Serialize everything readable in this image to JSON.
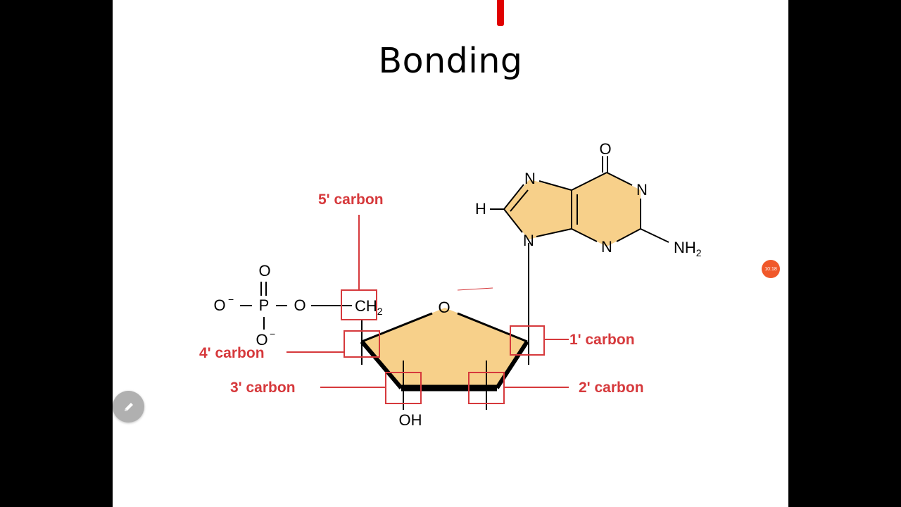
{
  "slide": {
    "title": "Bonding"
  },
  "labels": {
    "c5": "5' carbon",
    "c4": "4' carbon",
    "c3": "3' carbon",
    "c2": "2' carbon",
    "c1": "1' carbon"
  },
  "atoms": {
    "phosphate_top_o": "O",
    "phosphate_left_o": "O",
    "phosphate_p": "P",
    "phosphate_bridge_o": "O",
    "phosphate_bottom_o": "O",
    "minus": "−",
    "ch2": "CH",
    "sub2": "2",
    "ring_o": "O",
    "oh": "OH",
    "carbonyl_o": "O",
    "n_top": "N",
    "n_right": "N",
    "n_bottom": "N",
    "n_glyco": "N",
    "h": "H",
    "nh2": "NH",
    "nh2_sub": "2"
  },
  "overlay": {
    "timer_text": "10:18"
  },
  "colors": {
    "label_red": "#d6393c",
    "sugar_fill": "#f7d08a",
    "base_fill": "#f7d08a",
    "badge": "#f0582a"
  },
  "icons": {
    "pen": "pencil-icon"
  }
}
